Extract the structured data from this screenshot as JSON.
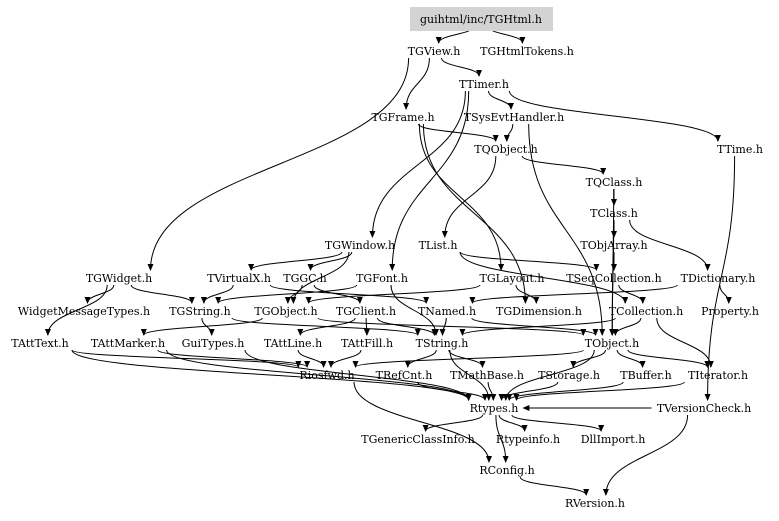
{
  "root": "guihtml/inc/TGHtml.h",
  "nodes": [
    {
      "id": "root",
      "label": "guihtml/inc/TGHtml.h"
    },
    {
      "id": "TGView",
      "label": "TGView.h"
    },
    {
      "id": "TGHtmlTokens",
      "label": "TGHtmlTokens.h"
    },
    {
      "id": "TTimer",
      "label": "TTimer.h"
    },
    {
      "id": "TGFrame",
      "label": "TGFrame.h"
    },
    {
      "id": "TSysEvtHandler",
      "label": "TSysEvtHandler.h"
    },
    {
      "id": "TTime",
      "label": "TTime.h"
    },
    {
      "id": "TQObject",
      "label": "TQObject.h"
    },
    {
      "id": "TQClass",
      "label": "TQClass.h"
    },
    {
      "id": "TClass",
      "label": "TClass.h"
    },
    {
      "id": "TGWindow",
      "label": "TGWindow.h"
    },
    {
      "id": "TList",
      "label": "TList.h"
    },
    {
      "id": "TObjArray",
      "label": "TObjArray.h"
    },
    {
      "id": "TGWidget",
      "label": "TGWidget.h"
    },
    {
      "id": "TVirtualX",
      "label": "TVirtualX.h"
    },
    {
      "id": "TGGC",
      "label": "TGGC.h"
    },
    {
      "id": "TGFont",
      "label": "TGFont.h"
    },
    {
      "id": "TGLayout",
      "label": "TGLayout.h"
    },
    {
      "id": "TSeqCollection",
      "label": "TSeqCollection.h"
    },
    {
      "id": "TDictionary",
      "label": "TDictionary.h"
    },
    {
      "id": "WidgetMessageTypes",
      "label": "WidgetMessageTypes.h"
    },
    {
      "id": "TGString",
      "label": "TGString.h"
    },
    {
      "id": "TGObject",
      "label": "TGObject.h"
    },
    {
      "id": "TGClient",
      "label": "TGClient.h"
    },
    {
      "id": "TNamed",
      "label": "TNamed.h"
    },
    {
      "id": "TGDimension",
      "label": "TGDimension.h"
    },
    {
      "id": "TCollection",
      "label": "TCollection.h"
    },
    {
      "id": "Property",
      "label": "Property.h"
    },
    {
      "id": "TAttText",
      "label": "TAttText.h"
    },
    {
      "id": "TAttMarker",
      "label": "TAttMarker.h"
    },
    {
      "id": "GuiTypes",
      "label": "GuiTypes.h"
    },
    {
      "id": "TAttLine",
      "label": "TAttLine.h"
    },
    {
      "id": "TAttFill",
      "label": "TAttFill.h"
    },
    {
      "id": "TString",
      "label": "TString.h"
    },
    {
      "id": "TObject",
      "label": "TObject.h"
    },
    {
      "id": "Riosfwd",
      "label": "Riosfwd.h"
    },
    {
      "id": "TRefCnt",
      "label": "TRefCnt.h"
    },
    {
      "id": "TMathBase",
      "label": "TMathBase.h"
    },
    {
      "id": "TStorage",
      "label": "TStorage.h"
    },
    {
      "id": "TBuffer",
      "label": "TBuffer.h"
    },
    {
      "id": "TIterator",
      "label": "TIterator.h"
    },
    {
      "id": "Rtypes",
      "label": "Rtypes.h"
    },
    {
      "id": "TVersionCheck",
      "label": "TVersionCheck.h"
    },
    {
      "id": "TGenericClassInfo",
      "label": "TGenericClassInfo.h"
    },
    {
      "id": "Rtypeinfo",
      "label": "Rtypeinfo.h"
    },
    {
      "id": "DllImport",
      "label": "DllImport.h"
    },
    {
      "id": "RConfig",
      "label": "RConfig.h"
    },
    {
      "id": "RVersion",
      "label": "RVersion.h"
    }
  ],
  "edges": [
    [
      "root",
      "TGView"
    ],
    [
      "root",
      "TGHtmlTokens"
    ],
    [
      "TGView",
      "TTimer"
    ],
    [
      "TGView",
      "TGFrame"
    ],
    [
      "TGView",
      "TGWidget"
    ],
    [
      "TTimer",
      "TSysEvtHandler"
    ],
    [
      "TTimer",
      "TTime"
    ],
    [
      "TTimer",
      "TGWindow"
    ],
    [
      "TTimer",
      "TGFont"
    ],
    [
      "TGFrame",
      "TQObject"
    ],
    [
      "TGFrame",
      "TGLayout"
    ],
    [
      "TGFrame",
      "TGDimension"
    ],
    [
      "TSysEvtHandler",
      "TQObject"
    ],
    [
      "TSysEvtHandler",
      "TObject"
    ],
    [
      "TQObject",
      "TQClass"
    ],
    [
      "TQObject",
      "TList"
    ],
    [
      "TQClass",
      "TClass"
    ],
    [
      "TQClass",
      "TObject"
    ],
    [
      "TClass",
      "TObjArray"
    ],
    [
      "TClass",
      "TDictionary"
    ],
    [
      "TClass",
      "TObject"
    ],
    [
      "TObjArray",
      "TSeqCollection"
    ],
    [
      "TDictionary",
      "Property"
    ],
    [
      "TDictionary",
      "TNamed"
    ],
    [
      "TGWindow",
      "TGObject"
    ],
    [
      "TGWindow",
      "TVirtualX"
    ],
    [
      "TGWindow",
      "TGGC"
    ],
    [
      "TList",
      "TSeqCollection"
    ],
    [
      "TList",
      "TCollection"
    ],
    [
      "TTime",
      "TVersionCheck"
    ],
    [
      "TGWidget",
      "WidgetMessageTypes"
    ],
    [
      "TGWidget",
      "TGString"
    ],
    [
      "TGWidget",
      "TAttText"
    ],
    [
      "TVirtualX",
      "TGString"
    ],
    [
      "TVirtualX",
      "TNamed"
    ],
    [
      "TGGC",
      "TGObject"
    ],
    [
      "TGGC",
      "TGClient"
    ],
    [
      "TGFont",
      "TGString"
    ],
    [
      "TGFont",
      "TString"
    ],
    [
      "TGLayout",
      "TGObject"
    ],
    [
      "TGLayout",
      "TGDimension"
    ],
    [
      "TSeqCollection",
      "TCollection"
    ],
    [
      "TGString",
      "GuiTypes"
    ],
    [
      "TGString",
      "TString"
    ],
    [
      "TGObject",
      "TObject"
    ],
    [
      "TGObject",
      "TAttMarker"
    ],
    [
      "TGClient",
      "TAttLine"
    ],
    [
      "TGClient",
      "TAttFill"
    ],
    [
      "TGClient",
      "TString"
    ],
    [
      "TNamed",
      "TObject"
    ],
    [
      "TNamed",
      "TString"
    ],
    [
      "TCollection",
      "TObject"
    ],
    [
      "TCollection",
      "TIterator"
    ],
    [
      "TCollection",
      "TString"
    ],
    [
      "TAttText",
      "Riosfwd"
    ],
    [
      "TAttText",
      "Rtypes"
    ],
    [
      "TAttMarker",
      "Riosfwd"
    ],
    [
      "TAttMarker",
      "Rtypes"
    ],
    [
      "GuiTypes",
      "Rtypes"
    ],
    [
      "TAttLine",
      "Riosfwd"
    ],
    [
      "TAttFill",
      "Riosfwd"
    ],
    [
      "TString",
      "TRefCnt"
    ],
    [
      "TString",
      "TMathBase"
    ],
    [
      "TString",
      "Rtypes"
    ],
    [
      "TObject",
      "Riosfwd"
    ],
    [
      "TObject",
      "TStorage"
    ],
    [
      "TObject",
      "TBuffer"
    ],
    [
      "TObject",
      "TIterator"
    ],
    [
      "TObject",
      "Rtypes"
    ],
    [
      "Riosfwd",
      "RConfig"
    ],
    [
      "TRefCnt",
      "Rtypes"
    ],
    [
      "TMathBase",
      "Rtypes"
    ],
    [
      "TStorage",
      "Rtypes"
    ],
    [
      "TBuffer",
      "Rtypes"
    ],
    [
      "TIterator",
      "Rtypes"
    ],
    [
      "TVersionCheck",
      "Rtypes"
    ],
    [
      "TVersionCheck",
      "RVersion"
    ],
    [
      "Rtypes",
      "TGenericClassInfo"
    ],
    [
      "Rtypes",
      "Rtypeinfo"
    ],
    [
      "Rtypes",
      "DllImport"
    ],
    [
      "Rtypes",
      "RConfig"
    ],
    [
      "RConfig",
      "RVersion"
    ]
  ]
}
